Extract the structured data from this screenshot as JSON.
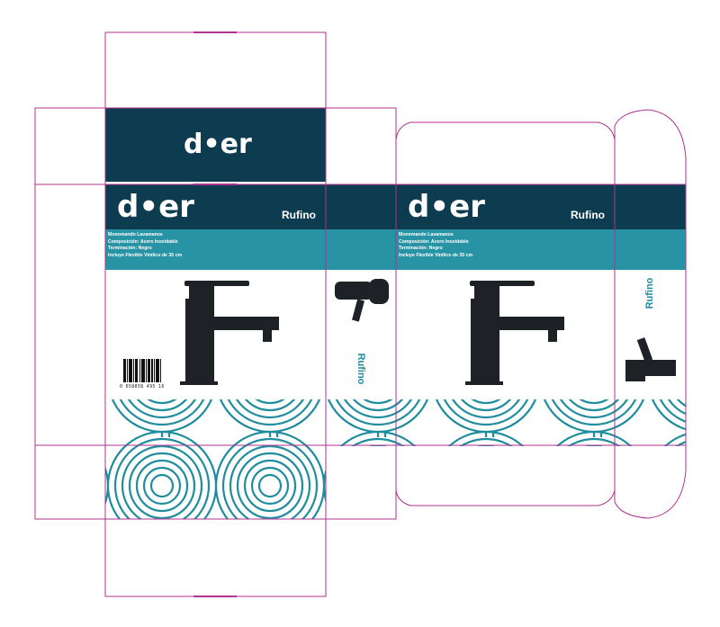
{
  "brand": {
    "logo_text": "d•er",
    "colors": {
      "navy": "#0d3b4f",
      "teal": "#2893a4",
      "pattern_stroke": "#1f8d9e",
      "dieline": "#b0338f"
    }
  },
  "front_panel": {
    "model_name": "Rufino",
    "specs": [
      "Monomando Lavamanos",
      "Composición: Acero Inoxidable",
      "Terminación: Negro",
      "Incluye Flexible Vinílico de 35 cm"
    ],
    "barcode_number": "0 658858 495 16"
  },
  "back_panel": {
    "model_name": "Rufino",
    "specs": [
      "Monomando Lavamanos",
      "Composición: Acero Inoxidable",
      "Terminación: Negro",
      "Incluye Flexible Vinílico de 35 cm"
    ]
  },
  "side_panel_left": {
    "vertical_label": "Rufino"
  },
  "side_panel_right": {
    "vertical_label": "Rufino"
  },
  "icons": [
    "faucet-front-image",
    "faucet-side-image",
    "barcode",
    "wave-pattern"
  ]
}
